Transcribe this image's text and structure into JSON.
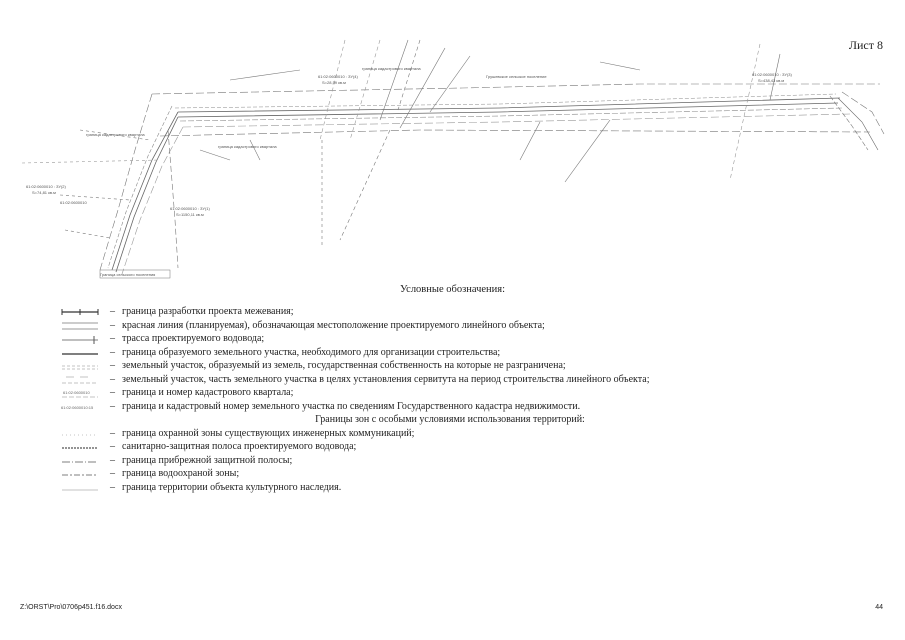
{
  "sheet_label": "Лист 8",
  "legend_title": "Условные обозначения:",
  "legend_items": [
    {
      "icon": "boundary-project-line-icon",
      "text": "граница  разработки проекта межевания;"
    },
    {
      "icon": "red-line-icon",
      "text": "красная линия (планируемая), обозначающая местоположение проектируемого линейного объекта;"
    },
    {
      "icon": "water-pipeline-route-icon",
      "text": "трасса проектируемого водовода;"
    },
    {
      "icon": "land-plot-boundary-icon",
      "text": "граница образуемого земельного участка, необходимого для организации строительства;"
    },
    {
      "icon": "state-land-plot-icon",
      "text": "земельный участок, образуемый из земель, государственная собственность на которые не разграничена;"
    },
    {
      "icon": "servitude-plot-icon",
      "text": "земельный участок, часть земельного участка в целях установления сервитута на период строительства линейного объекта;"
    },
    {
      "icon": "cadastral-quarter-icon",
      "text": "граница и номер кадастрового квартала;"
    },
    {
      "icon": "cadastral-number-icon",
      "text": "граница и кадастровый номер земельного участка по сведениям Государственного кадастра недвижимости."
    }
  ],
  "zones_heading": "Границы зон с особыми условиями использования территорий:",
  "zone_items": [
    {
      "icon": "protection-zone-icon",
      "text": "граница охранной зоны существующих инженерных коммуникаций;"
    },
    {
      "icon": "sanitary-strip-icon",
      "text": "санитарно-защитная полоса проектируемого водовода;"
    },
    {
      "icon": "coastal-strip-icon",
      "text": "граница прибрежной защитной полосы;"
    },
    {
      "icon": "water-protection-zone-icon",
      "text": "граница водоохраной зоны;"
    },
    {
      "icon": "heritage-territory-icon",
      "text": "граница территории объекта культурного наследия."
    }
  ],
  "legend_dash": "–",
  "symbol_labels": {
    "cadastral_quarter": "61:02:0600010",
    "cadastral_number": "61:02:0600010:15"
  },
  "map_labels": {
    "center_top_left": "61:02:0600010 : ЗУ(4)",
    "center_top_left_area": "S=28,59 кв.м",
    "center_top_mid": "граница кадастрового квартала",
    "center_top_right": "Грушевское сельское поселение",
    "top_right": "61:02:0600010 : ЗУ(3)",
    "top_right_area": "S=438,43 кв.м",
    "left_quarter": "граница кадастрового квартала",
    "left_plot": "61:02:0600010 : ЗУ(2)",
    "left_plot_area": "S=74,81 кв.м",
    "left_extra": "61:02:0600010",
    "mid_plot": "61:02:0600010 : ЗУ(1)",
    "mid_plot_area": "S=1150,11 кв.м",
    "bottom_left": "Граница сельского поселения",
    "upper_mid_small": "граница кадастрового квартала"
  },
  "footer_left": "Z:\\ORST\\Pro\\0706p451.f16.docx",
  "footer_right": "44"
}
